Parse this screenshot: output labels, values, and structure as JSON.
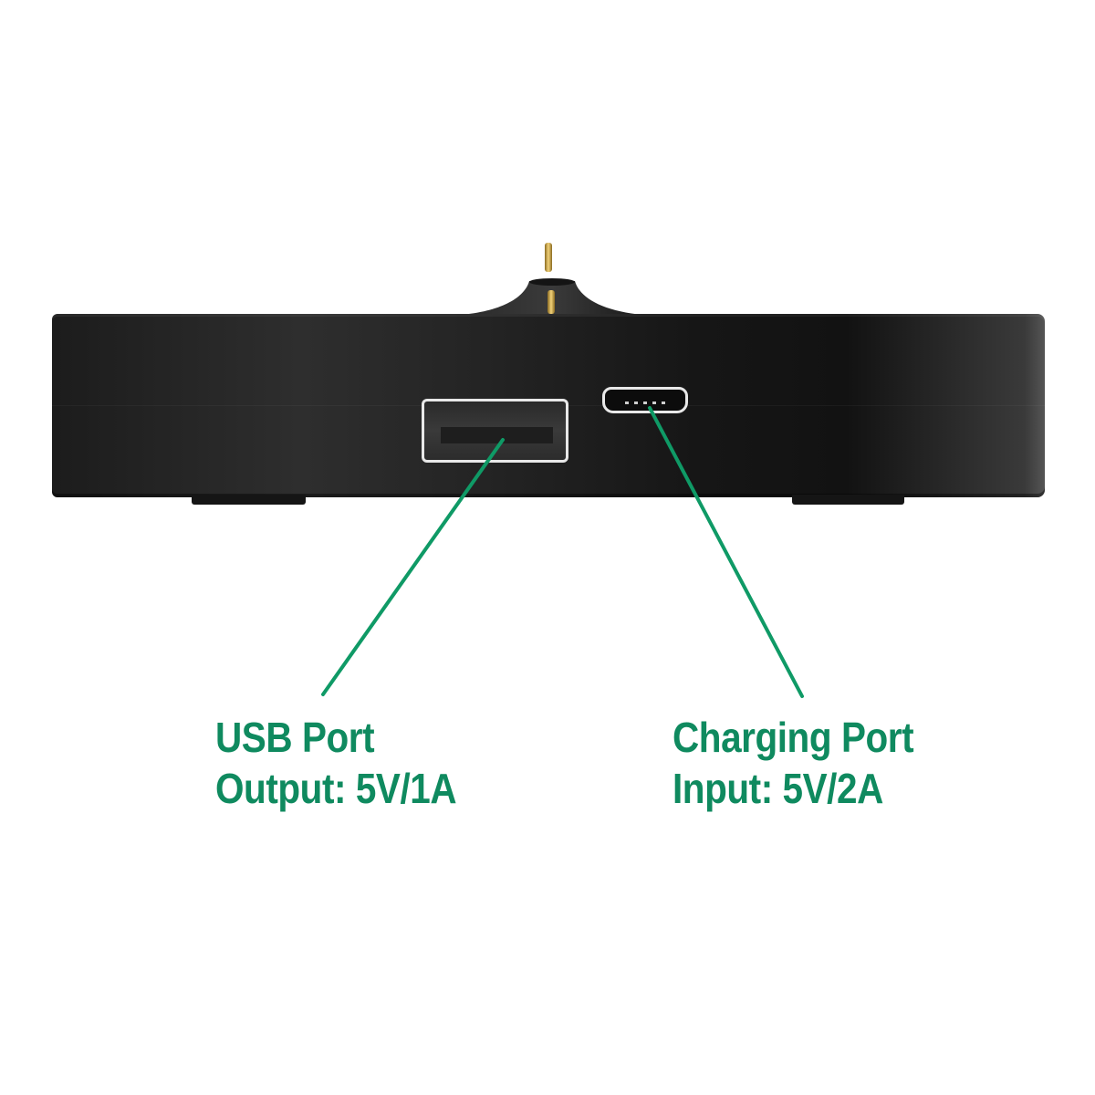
{
  "image": {
    "subject": "black charging dock base, front view",
    "background_color": "#ffffff",
    "device_color": "#1c1c1c",
    "accent_color": "#0f8a5f"
  },
  "callouts": [
    {
      "id": "usb",
      "title": "USB Port",
      "detail": "Output: 5V/1A",
      "points_to": "usb-a-port"
    },
    {
      "id": "charging",
      "title": "Charging Port",
      "detail": "Input: 5V/2A",
      "points_to": "micro-usb-port"
    }
  ]
}
